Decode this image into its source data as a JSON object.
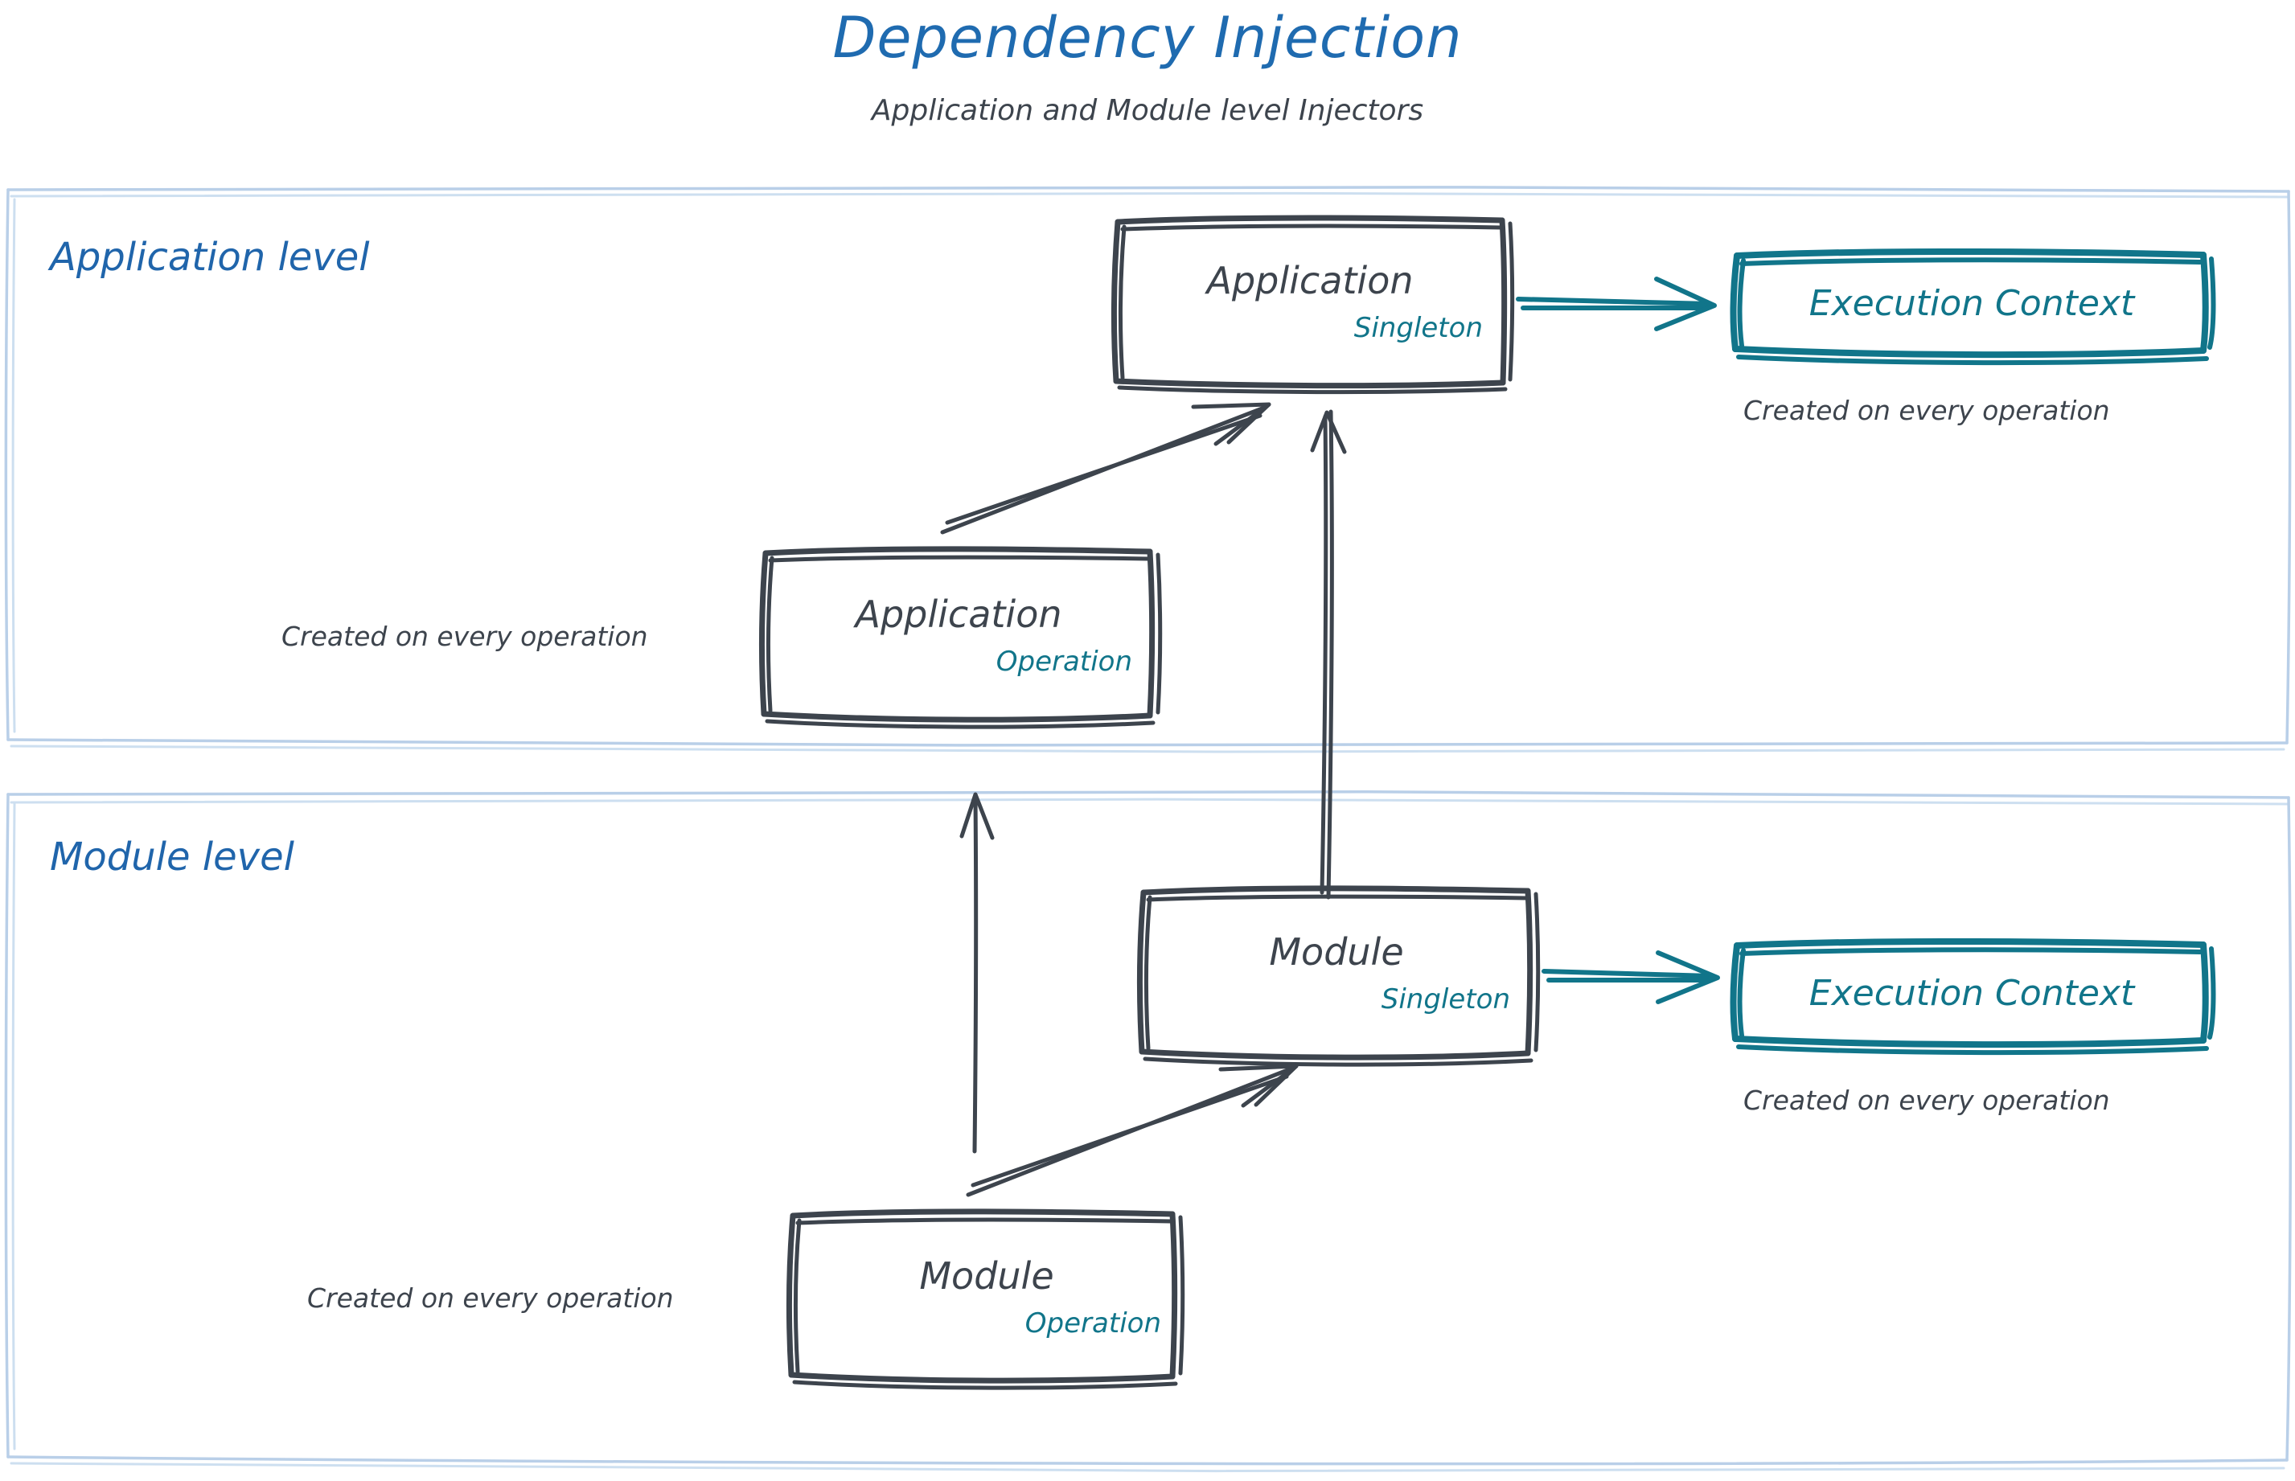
{
  "header": {
    "title": "Dependency Injection",
    "subtitle": "Application and Module level Injectors"
  },
  "colors": {
    "title_blue": "#1f6bb0",
    "level_blue": "#2065ab",
    "ink_gray": "#3d444d",
    "teal": "#11758a",
    "container_border": "#b9cfe8",
    "background": "#ffffff"
  },
  "sections": [
    {
      "id": "application-level",
      "label": "Application level",
      "nodes": [
        {
          "id": "application-singleton",
          "title": "Application",
          "scope": "Singleton"
        },
        {
          "id": "application-operation",
          "title": "Application",
          "scope": "Operation",
          "note": "Created on every operation"
        },
        {
          "id": "application-execution-context",
          "title": "Execution Context",
          "note": "Created on every operation"
        }
      ]
    },
    {
      "id": "module-level",
      "label": "Module level",
      "nodes": [
        {
          "id": "module-singleton",
          "title": "Module",
          "scope": "Singleton"
        },
        {
          "id": "module-operation",
          "title": "Module",
          "scope": "Operation",
          "note": "Created on every operation"
        },
        {
          "id": "module-execution-context",
          "title": "Execution Context",
          "note": "Created on every operation"
        }
      ]
    }
  ],
  "diagram_data": {
    "type": "diagram",
    "edges": [
      {
        "from": "application-singleton",
        "to": "application-execution-context",
        "color": "teal",
        "style": "arrow"
      },
      {
        "from": "application-operation",
        "to": "application-singleton",
        "color": "gray",
        "style": "arrow"
      },
      {
        "from": "module-singleton",
        "to": "application-singleton",
        "color": "gray",
        "style": "arrow"
      },
      {
        "from": "module-singleton",
        "to": "module-execution-context",
        "color": "teal",
        "style": "arrow"
      },
      {
        "from": "module-operation",
        "to": "module-singleton",
        "color": "gray",
        "style": "arrow"
      },
      {
        "from": "module-operation",
        "to": "application-operation",
        "color": "gray",
        "style": "arrow"
      }
    ]
  }
}
